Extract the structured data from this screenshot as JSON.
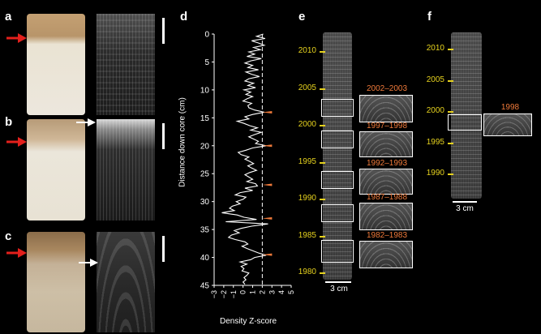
{
  "panels": {
    "a": "a",
    "b": "b",
    "c": "c",
    "d": "d",
    "e": "e",
    "f": "f"
  },
  "colors": {
    "year_label": "#e6d21e",
    "highlight": "#f07a3a",
    "marker_arrow": "#e3201c"
  },
  "chart_data": {
    "type": "line",
    "ylabel": "Distance down core (cm)",
    "xlabel": "Density Z-score",
    "xlim": [
      -3,
      5
    ],
    "ylim": [
      0,
      45
    ],
    "y_reversed": true,
    "xticks": [
      "−3",
      "−2",
      "−1",
      "0",
      "1",
      "2",
      "3",
      "4",
      "5"
    ],
    "yticks": [
      "0",
      "5",
      "10",
      "15",
      "20",
      "25",
      "30",
      "35",
      "40",
      "45"
    ],
    "threshold_x": 2,
    "series": [
      {
        "depth": [
          0.0,
          0.4,
          0.8,
          1.2,
          1.6,
          2.0,
          2.4,
          2.8,
          3.2,
          3.6,
          4.0,
          4.4,
          4.8,
          5.2,
          5.6,
          6.0,
          6.4,
          6.8,
          7.2,
          7.6,
          8.0,
          8.4,
          8.8,
          9.2,
          9.6,
          10.0,
          10.4,
          10.8,
          11.2,
          11.6,
          12.0,
          12.4,
          12.8,
          13.2,
          13.6,
          14.0,
          14.4,
          14.8,
          15.2,
          15.6,
          16.0,
          16.4,
          16.8,
          17.2,
          17.6,
          18.0,
          18.4,
          18.8,
          19.2,
          19.6,
          20.0,
          20.4,
          20.8,
          21.2,
          21.6,
          22.0,
          22.4,
          22.8,
          23.2,
          23.6,
          24.0,
          24.4,
          24.8,
          25.2,
          25.6,
          26.0,
          26.4,
          26.8,
          27.2,
          27.6,
          28.0,
          28.4,
          28.8,
          29.2,
          29.6,
          30.0,
          30.4,
          30.8,
          31.2,
          31.6,
          32.0,
          32.4,
          32.8,
          33.2,
          33.6,
          34.0,
          34.4,
          34.8,
          35.2,
          35.6,
          36.0,
          36.4,
          36.8,
          37.2,
          37.6,
          38.0,
          38.4,
          38.8,
          39.2,
          39.6,
          40.0,
          40.4,
          40.8,
          41.2,
          41.6,
          42.0,
          42.4,
          42.8,
          43.2,
          43.6,
          44.0,
          44.4,
          44.8
        ],
        "z": [
          2.1,
          1.4,
          2.3,
          0.9,
          1.6,
          2.2,
          1.1,
          1.8,
          0.6,
          1.2,
          0.4,
          1.9,
          0.8,
          0.2,
          1.0,
          0.5,
          1.6,
          0.3,
          0.9,
          1.7,
          0.6,
          0.2,
          1.1,
          0.5,
          1.3,
          0.1,
          0.8,
          0.3,
          1.0,
          0.4,
          0.0,
          0.9,
          0.5,
          0.6,
          1.2,
          2.2,
          1.0,
          0.2,
          0.6,
          -0.6,
          0.1,
          0.7,
          1.5,
          0.8,
          1.9,
          1.2,
          0.6,
          1.1,
          1.6,
          1.3,
          2.4,
          1.0,
          0.3,
          -0.5,
          -0.2,
          0.6,
          0.2,
          0.7,
          1.1,
          0.5,
          0.9,
          1.4,
          0.7,
          0.2,
          0.6,
          1.0,
          0.4,
          1.3,
          1.5,
          0.2,
          1.0,
          -0.3,
          -0.8,
          0.3,
          0.0,
          -0.7,
          -0.3,
          -1.1,
          -1.4,
          -0.9,
          -2.2,
          -0.6,
          0.1,
          1.4,
          -1.8,
          2.6,
          0.9,
          -0.2,
          -0.9,
          -0.4,
          -1.2,
          -1.5,
          -0.8,
          0.2,
          0.5,
          -0.1,
          0.4,
          1.0,
          1.6,
          2.4,
          1.2,
          0.8,
          -0.3,
          0.4,
          -0.2,
          0.1,
          -0.1,
          0.6,
          0.4,
          0.1,
          0.3,
          0.0,
          0.2
        ]
      }
    ],
    "highlight_depths": [
      14.0,
      20.0,
      27.0,
      33.0,
      39.5
    ]
  },
  "panel_e": {
    "years": [
      "2010",
      "2005",
      "2000",
      "1995",
      "1990",
      "1985",
      "1980"
    ],
    "zoom_labels": [
      "2002–2003",
      "1997–1998",
      "1992–1993",
      "1987–1988",
      "1982–1983"
    ],
    "scale": "3 cm"
  },
  "panel_f": {
    "years": [
      "2010",
      "2005",
      "2000",
      "1995",
      "1990"
    ],
    "zoom_label": "1998",
    "scale": "3 cm"
  }
}
